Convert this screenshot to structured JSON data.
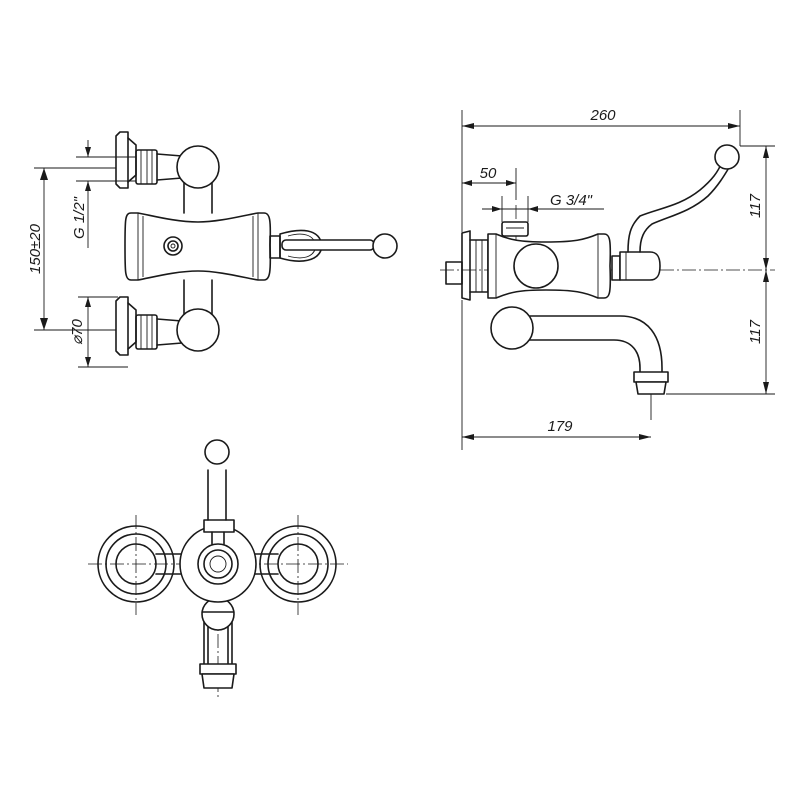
{
  "dimensions": {
    "overall_width": "260",
    "outlet_offset": "50",
    "inlet_thread": "G 3/4\"",
    "upper_height": "117",
    "lower_height": "117",
    "spout_reach": "179",
    "center_distance": "150±20",
    "supply_thread": "G 1/2\"",
    "flange_diameter": "⌀70"
  },
  "colors": {
    "line": "#1a1a1a",
    "background": "#ffffff"
  }
}
